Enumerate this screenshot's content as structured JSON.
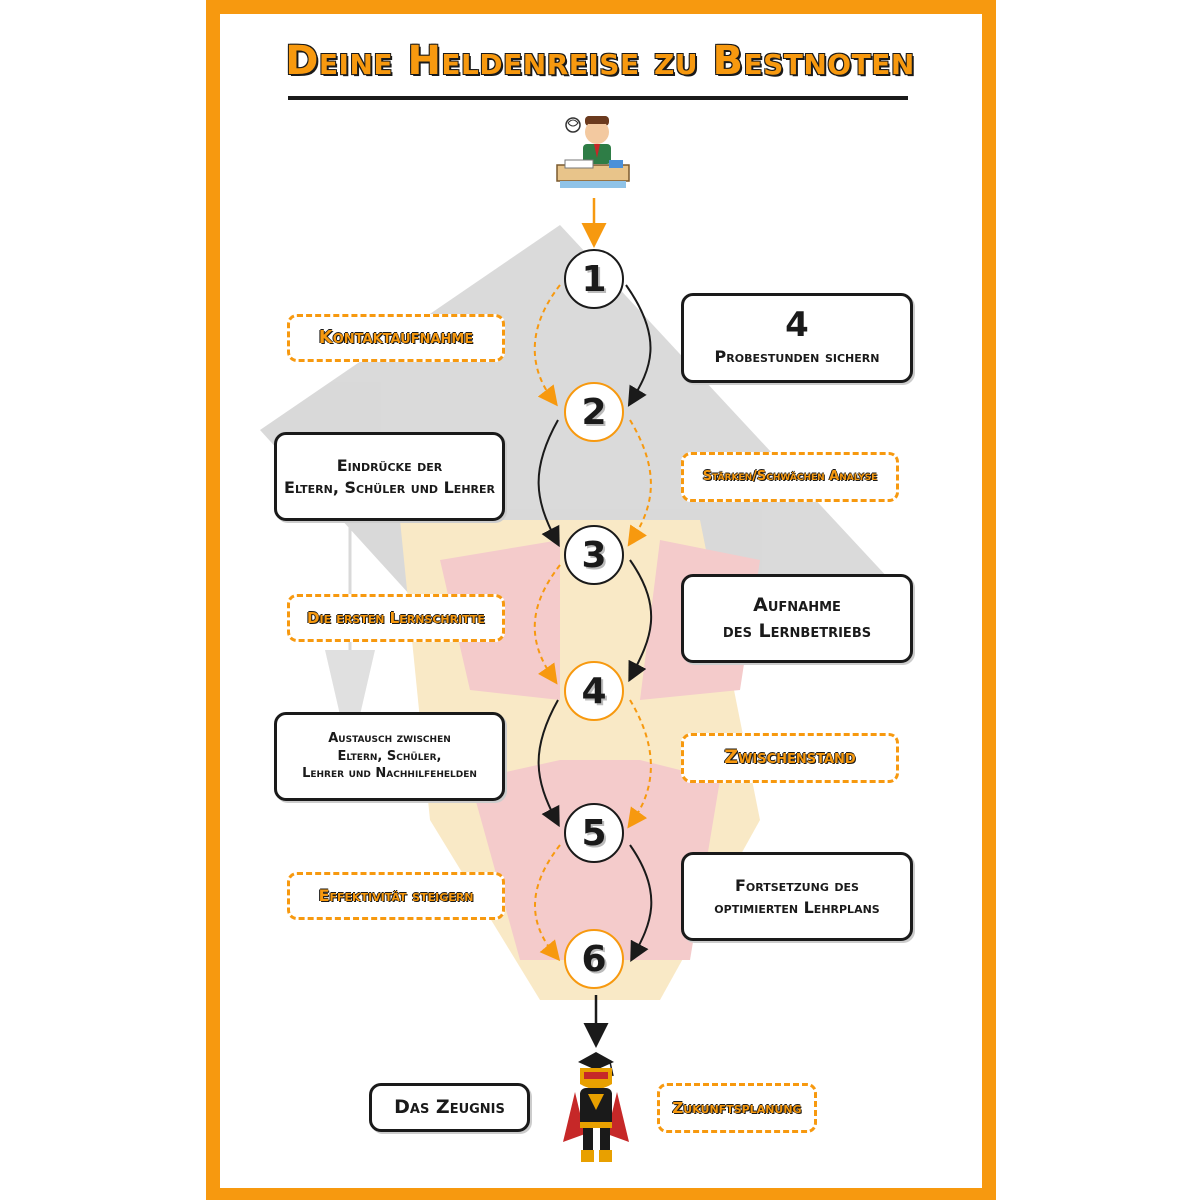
{
  "title": "Deine Heldenreise zu Bestnoten",
  "steps": [
    "1",
    "2",
    "3",
    "4",
    "5",
    "6"
  ],
  "boxes": {
    "kontakt": "Kontaktaufnahme",
    "probe_num": "4",
    "probe_text": "Probestunden sichern",
    "eindruecke_1": "Eindrücke der",
    "eindruecke_2": "Eltern, Schüler und Lehrer",
    "staerken": "Stärken/Schwächen Analyse",
    "lernschritte": "Die ersten Lernschritte",
    "aufnahme_1": "Aufnahme",
    "aufnahme_2": "des Lernbetriebs",
    "austausch_1": "Austausch zwischen",
    "austausch_2": "Eltern, Schüler,",
    "austausch_3": "Lehrer und Nachhilfehelden",
    "zwischenstand": "Zwischenstand",
    "effektivitaet": "Effektivität steigern",
    "fortsetzung_1": "Fortsetzung des",
    "fortsetzung_2": "optimierten Lehrplans",
    "zeugnis": "Das Zeugnis",
    "zukunft": "Zukunftsplanung"
  },
  "colors": {
    "accent": "#f7990f",
    "ink": "#1a1a1a",
    "bg": "#ffffff"
  },
  "icons": [
    "student-at-desk-icon",
    "superhero-graduate-icon",
    "graduation-cap-watermark"
  ]
}
